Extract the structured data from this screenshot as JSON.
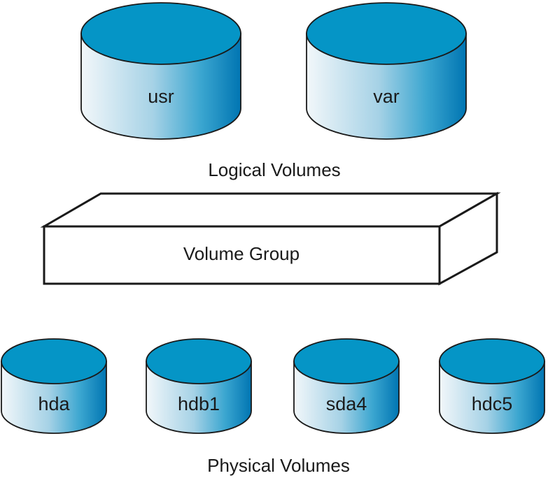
{
  "diagram": {
    "logical_volumes": {
      "caption": "Logical Volumes",
      "items": [
        {
          "label": "usr"
        },
        {
          "label": "var"
        }
      ]
    },
    "volume_group": {
      "label": "Volume Group"
    },
    "physical_volumes": {
      "caption": "Physical Volumes",
      "items": [
        {
          "label": "hda"
        },
        {
          "label": "hdb1"
        },
        {
          "label": "sda4"
        },
        {
          "label": "hdc5"
        }
      ]
    },
    "colors": {
      "cylinder_top": "#0595c6",
      "cylinder_side_light": "#f2f7fa",
      "cylinder_side_dark": "#0075b2",
      "outline": "#1a1a1a"
    }
  }
}
